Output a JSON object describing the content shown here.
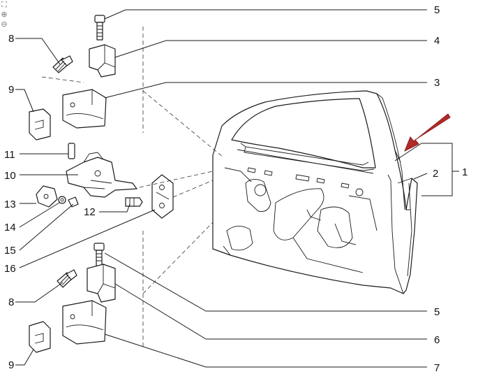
{
  "toolbar": {
    "icons": [
      "fit-icon",
      "zoom-in-icon",
      "zoom-out-icon"
    ]
  },
  "callouts": {
    "c1": "1",
    "c2": "2",
    "c3": "3",
    "c4": "4",
    "c5_top": "5",
    "c5_bottom": "5",
    "c6": "6",
    "c7": "7",
    "c8_top": "8",
    "c8_bottom": "8",
    "c9_top": "9",
    "c9_bottom": "9",
    "c10": "10",
    "c11": "11",
    "c12": "12",
    "c13": "13",
    "c14": "14",
    "c15": "15",
    "c16": "16"
  },
  "colors": {
    "line": "#1a1a1a",
    "arrow": "#b22a2a",
    "background": "#ffffff"
  }
}
